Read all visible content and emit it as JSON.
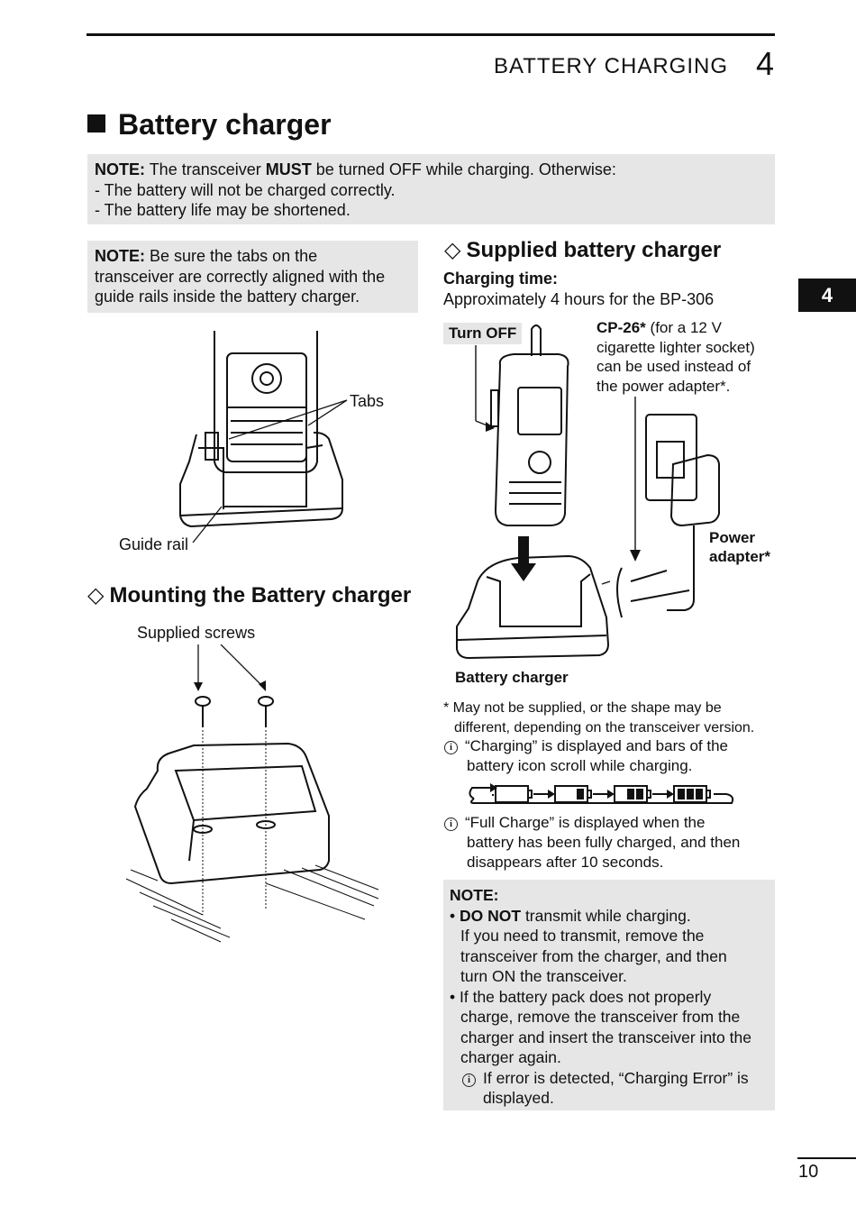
{
  "header": {
    "chapter_title": "BATTERY CHARGING",
    "chapter_number": "4"
  },
  "section_title": "Battery charger",
  "top_note": {
    "label": "NOTE:",
    "text_1": "The transceiver",
    "must": "MUST",
    "text_2": "be turned OFF while charging. Otherwise:",
    "line_2": "- The battery will not be charged correctly.",
    "line_3": "- The battery life may be shortened."
  },
  "left_note": {
    "label": "NOTE:",
    "line_1": "Be sure the tabs on the",
    "line_2": "transceiver are correctly aligned with the",
    "line_3": "guide rails inside the battery charger."
  },
  "fig1": {
    "tabs_label": "Tabs",
    "guide_rail_label": "Guide rail"
  },
  "mounting": {
    "title": "Mounting the Battery charger",
    "screws_label": "Supplied screws"
  },
  "supplied": {
    "title": "Supplied battery charger",
    "charging_time_label": "Charging time:",
    "charging_time_value": "Approximately 4 hours for the BP-306"
  },
  "fig2": {
    "turn_off": "Turn OFF",
    "cp26_bold": "CP-26*",
    "cp26_line1": "(for a 12 V",
    "cp26_line2": "cigarette lighter socket)",
    "cp26_line3": "can be used instead of",
    "cp26_line4": "the power adapter*.",
    "power_line1": "Power",
    "power_line2": "adapter*",
    "battery_charger": "Battery charger"
  },
  "footnote": {
    "line1": "* May not be supplied, or the shape may be",
    "line2": "different, depending on the transceiver version."
  },
  "info1": {
    "line1": "“Charging” is displayed and bars of the",
    "line2": "battery icon scroll while charging."
  },
  "info2": {
    "line1": "“Full Charge” is displayed when the",
    "line2": "battery has been fully charged, and then",
    "line3": "disappears after 10 seconds."
  },
  "bottom_note": {
    "label": "NOTE:",
    "b1_bold": "DO NOT",
    "b1_text": "transmit while charging.",
    "b1_l2": "If you need to transmit, remove the",
    "b1_l3": "transceiver from the charger, and then",
    "b1_l4": "turn ON the transceiver.",
    "b2_l1": "If the battery pack does not properly",
    "b2_l2": "charge, remove the transceiver from the",
    "b2_l3": "charger and insert the transceiver into the",
    "b2_l4": "charger again.",
    "info_l1": "If error is detected, “Charging Error” is",
    "info_l2": "displayed."
  },
  "side_tab": "4",
  "page_number": "10"
}
